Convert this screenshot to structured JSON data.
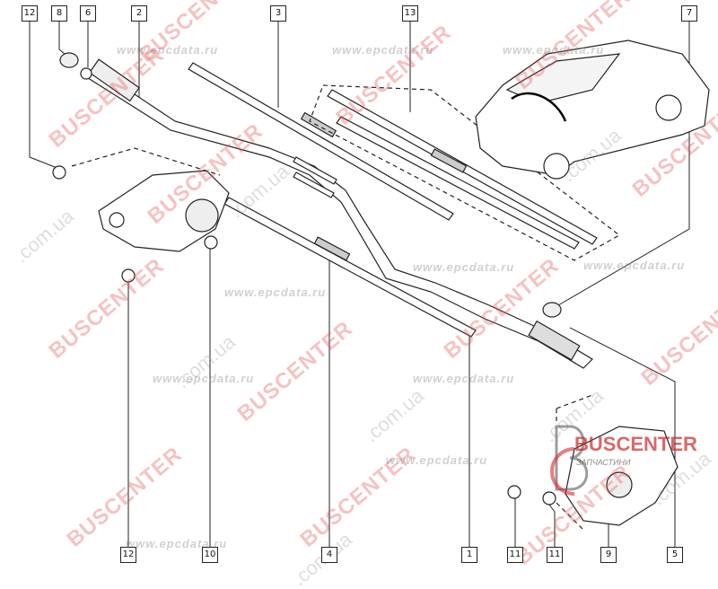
{
  "diagram": {
    "title": "Windscreen wiper assembly",
    "callouts_top": [
      "12",
      "8",
      "6",
      "2",
      "3",
      "13",
      "7"
    ],
    "callouts_bottom": [
      "12",
      "10",
      "4",
      "1",
      "11",
      "11",
      "9",
      "5"
    ]
  },
  "watermarks": {
    "bus": "BUSCENTER",
    "com": ".com.ua",
    "epc": "www.epcdata.ru"
  },
  "logo": {
    "name": "BUSCENTER",
    "subtitle": "ЗАПЧАСТИНИ"
  },
  "colors": {
    "line": "#222222",
    "watermark": "#e65050"
  }
}
